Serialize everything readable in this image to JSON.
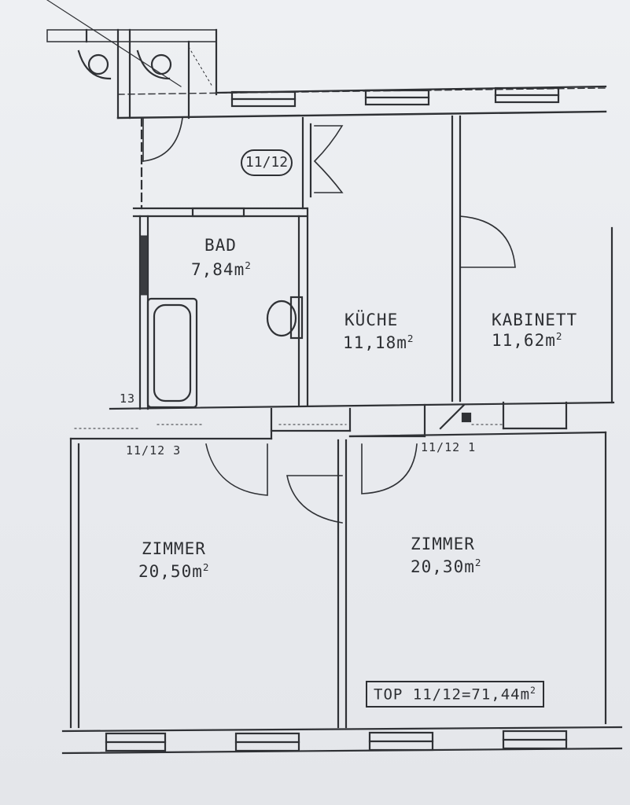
{
  "plan": {
    "unit_tag": "11/12",
    "total_label": "TOP 11/12=71,44m",
    "total_sup": "2",
    "rooms": [
      {
        "name": "BAD",
        "area": "7,84m",
        "sup": "2"
      },
      {
        "name": "KÜCHE",
        "area": "11,18m",
        "sup": "2"
      },
      {
        "name": "KABINETT",
        "area": "11,62m",
        "sup": "2"
      },
      {
        "name": "ZIMMER",
        "area": "20,50m",
        "sup": "2"
      },
      {
        "name": "ZIMMER",
        "area": "20,30m",
        "sup": "2"
      }
    ],
    "door_tags": {
      "left_wall_number": "13",
      "zimmer_left": "11/12  3",
      "zimmer_right": "11/12  1"
    }
  }
}
